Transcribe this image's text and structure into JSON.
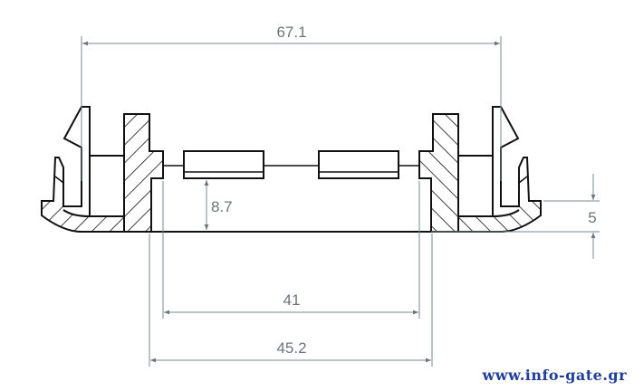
{
  "drawing": {
    "dimensions": {
      "overall_width": "67.1",
      "height_left": "8.7",
      "inner_width": "41",
      "outer_base_width": "45.2",
      "height_right": "5"
    }
  },
  "watermark": "www.info-gate.gr",
  "colors": {
    "outline": "#111111",
    "dimension": "#7a8a90",
    "watermark": "#1f3f9a"
  }
}
